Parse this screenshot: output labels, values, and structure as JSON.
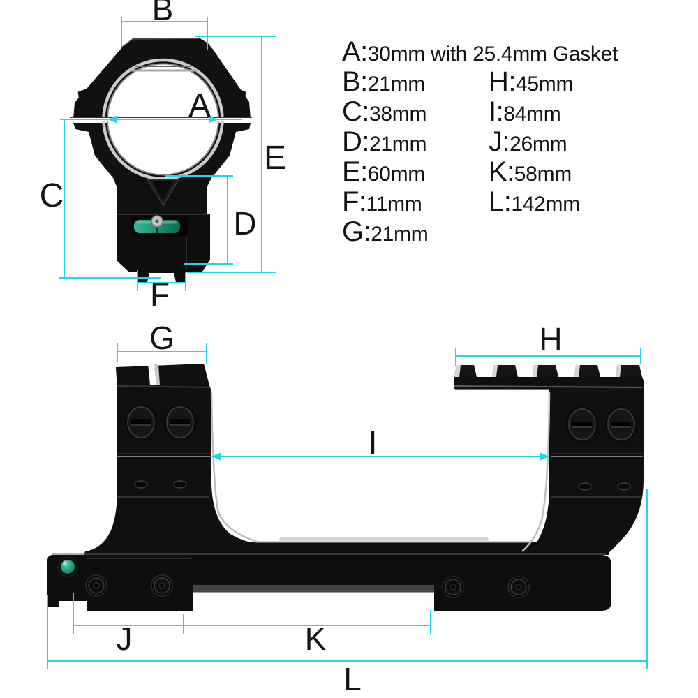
{
  "product_diagram": "scope ring mount with bubble level, two-view dimension drawing",
  "colors": {
    "background": "#ffffff",
    "dimension_line": "#21d6ea",
    "label_text": "#141414",
    "product_black": "#101010",
    "silver_highlight": "#c8c8c8",
    "bubble_level_green": "#23997e"
  },
  "letters": {
    "A": "A",
    "B": "B",
    "C": "C",
    "D": "D",
    "E": "E",
    "F": "F",
    "G": "G",
    "H": "H",
    "I": "I",
    "J": "J",
    "K": "K",
    "L": "L"
  },
  "spec_list": {
    "column1": [
      {
        "key": "A:",
        "value": "30mm with 25.4mm Gasket"
      },
      {
        "key": "B:",
        "value": "21mm"
      },
      {
        "key": "C:",
        "value": "38mm"
      },
      {
        "key": "D:",
        "value": "21mm"
      },
      {
        "key": "E:",
        "value": "60mm"
      },
      {
        "key": "F:",
        "value": "11mm"
      },
      {
        "key": "G:",
        "value": "21mm"
      }
    ],
    "column2": [
      {
        "key": "H:",
        "value": "45mm"
      },
      {
        "key": "I:",
        "value": "84mm"
      },
      {
        "key": "J:",
        "value": "26mm"
      },
      {
        "key": "K:",
        "value": "58mm"
      },
      {
        "key": "L:",
        "value": "142mm"
      }
    ]
  }
}
